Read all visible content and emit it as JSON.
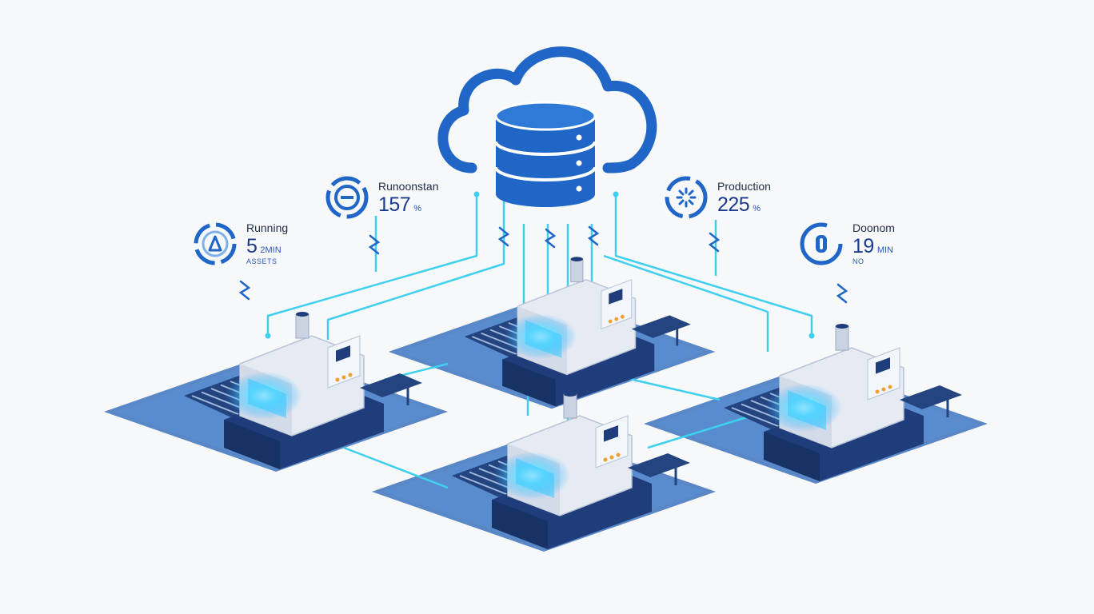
{
  "colors": {
    "cloud": "#1f66c7",
    "database": "#1f66c7",
    "link": "#3fd0ef",
    "platform": "#3e74bd",
    "machine_body": "#e6ebf3",
    "machine_base": "#1f3d7a",
    "glow": "#37c9ff",
    "gauge": "#1f66c7"
  },
  "icons": {
    "cloud": "cloud-icon",
    "database": "database-icon",
    "connector": "zigzag-link-icon"
  },
  "metrics": [
    {
      "label": "Running",
      "value": "5",
      "unit": "2MIN",
      "sub": "ASSETS",
      "icon": "running-gauge-icon"
    },
    {
      "label": "Runoonstan",
      "value": "157",
      "unit": "%",
      "sub": "",
      "icon": "utilization-gauge-icon"
    },
    {
      "label": "Production",
      "value": "225",
      "unit": "%",
      "sub": "",
      "icon": "production-gauge-icon"
    },
    {
      "label": "Doonom",
      "value": "19",
      "unit": "MIN",
      "sub": "NO",
      "icon": "downtime-gauge-icon"
    }
  ],
  "machines": [
    {
      "id": "machine-left"
    },
    {
      "id": "machine-top-center"
    },
    {
      "id": "machine-right"
    },
    {
      "id": "machine-bottom-center"
    }
  ]
}
